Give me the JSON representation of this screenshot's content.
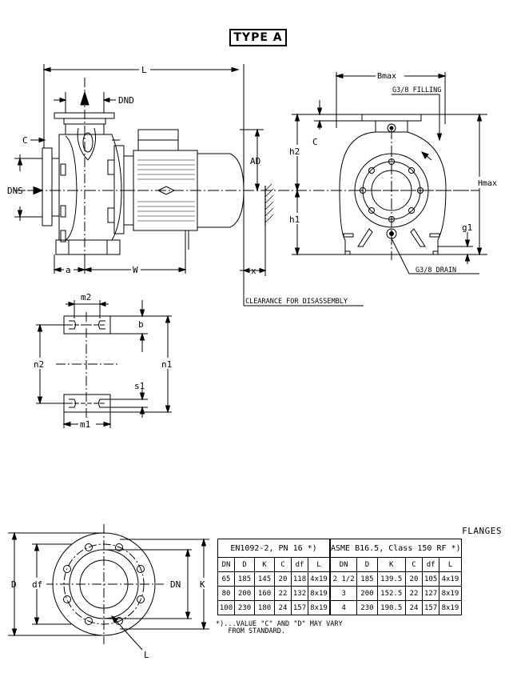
{
  "title": "TYPE A",
  "side_view": {
    "L": "L",
    "DND": "DND",
    "C": "C",
    "AD": "AD",
    "DNS": "DNS",
    "a": "a",
    "W": "W",
    "x": "x",
    "clearance": "CLEARANCE FOR DISASSEMBLY"
  },
  "front_view": {
    "Bmax": "Bmax",
    "filling": "G3/8 FILLING",
    "h2": "h2",
    "C": "C",
    "Hmax": "Hmax",
    "h1": "h1",
    "g1": "g1",
    "drain": "G3/8 DRAIN"
  },
  "foot_view": {
    "m2": "m2",
    "b": "b",
    "n2": "n2",
    "n1": "n1",
    "s1": "s1",
    "m1": "m1"
  },
  "flange_view": {
    "D": "D",
    "df": "df",
    "DN": "DN",
    "K": "K",
    "L": "L"
  },
  "flanges": {
    "title": "FLANGES",
    "standard_en": "EN1092-2, PN 16 *)",
    "standard_asme": "ASME B16.5, Class 150 RF *)",
    "columns": [
      "DN",
      "D",
      "K",
      "C",
      "df",
      "L"
    ],
    "rows": [
      {
        "en": [
          "65",
          "185",
          "145",
          "20",
          "118",
          "4x19"
        ],
        "asme": [
          "2 1/2",
          "185",
          "139.5",
          "20",
          "105",
          "4x19"
        ]
      },
      {
        "en": [
          "80",
          "200",
          "160",
          "22",
          "132",
          "8x19"
        ],
        "asme": [
          "3",
          "200",
          "152.5",
          "22",
          "127",
          "8x19"
        ]
      },
      {
        "en": [
          "100",
          "230",
          "180",
          "24",
          "157",
          "8x19"
        ],
        "asme": [
          "4",
          "230",
          "190.5",
          "24",
          "157",
          "8x19"
        ]
      }
    ],
    "note_line1": "*)...VALUE \"C\" AND \"D\" MAY VARY",
    "note_line2": "FROM STANDARD."
  }
}
